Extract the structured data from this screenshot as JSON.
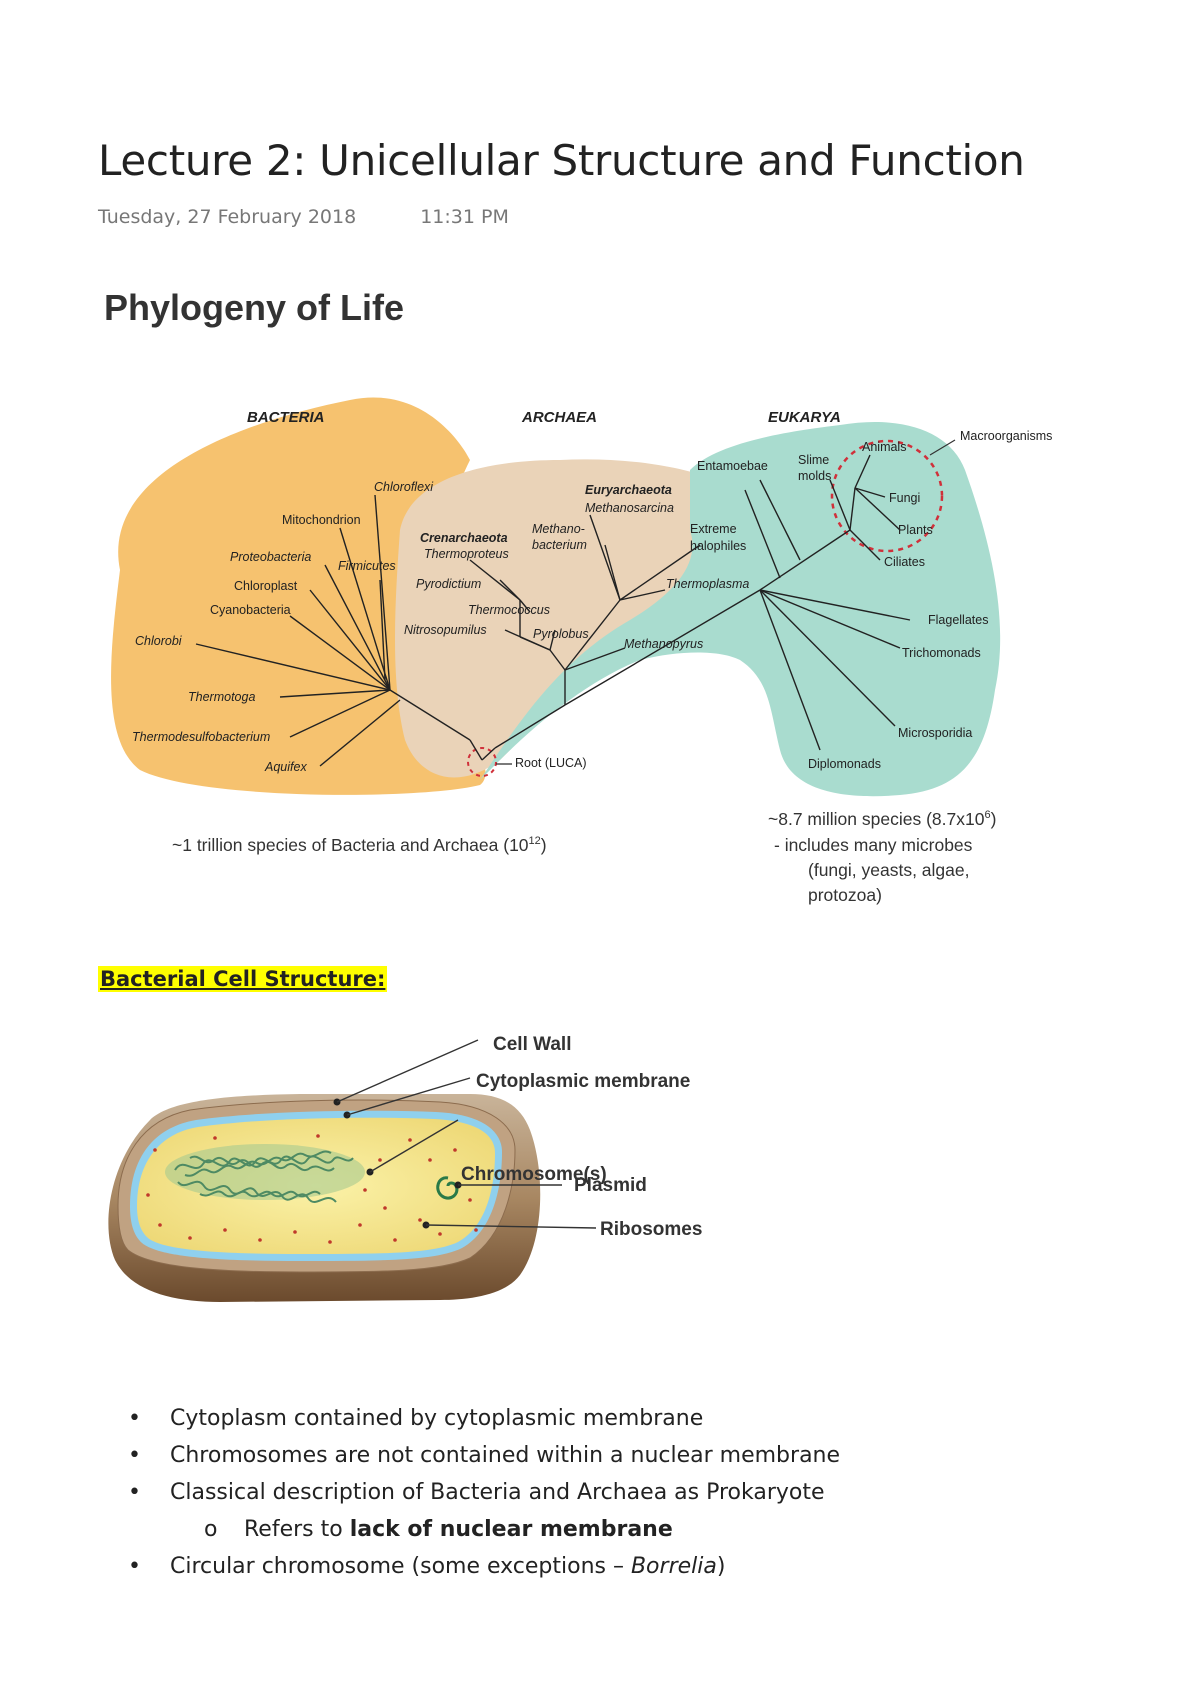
{
  "page": {
    "title": "Lecture 2: Unicellular Structure and Function",
    "date": "Tuesday, 27 February 2018",
    "time": "11:31 PM"
  },
  "phylogeny": {
    "heading": "Phylogeny of Life",
    "domains": [
      "BACTERIA",
      "ARCHAEA",
      "EUKARYA"
    ],
    "bacteria_labels": [
      "Chloroflexi",
      "Mitochondrion",
      "Proteobacteria",
      "Firmicutes",
      "Chloroplast",
      "Cyanobacteria",
      "Chlorobi",
      "Thermotoga",
      "Thermodesulfobacterium",
      "Aquifex"
    ],
    "archaea_labels": [
      "Euryarchaeota",
      "Methanosarcina",
      "Methano-",
      "bacterium",
      "Extreme",
      "halophiles",
      "Crenarchaeota",
      "Thermoproteus",
      "Pyrodictium",
      "Thermococcus",
      "Thermoplasma",
      "Nitrosopumilus",
      "Pyrolobus",
      "Methanopyrus"
    ],
    "eukarya_labels": [
      "Entamoebae",
      "Slime",
      "molds",
      "Animals",
      "Fungi",
      "Plants",
      "Ciliates",
      "Flagellates",
      "Trichomonads",
      "Microsporidia",
      "Diplomonads"
    ],
    "macroorganisms": "Macroorganisms",
    "root": "Root (LUCA)",
    "bacteria_archaea_count": "~1 trillion species of Bacteria and Archaea (10",
    "bacteria_archaea_exp": "12",
    "bacteria_archaea_close": ")",
    "eukarya_count": "~8.7 million species (8.7x10",
    "eukarya_exp": "6",
    "eukarya_close": ")",
    "eukarya_note1": "- includes many microbes",
    "eukarya_note2": "(fungi, yeasts, algae,",
    "eukarya_note3": "protozoa)"
  },
  "cell": {
    "heading": "Bacterial Cell Structure:",
    "labels": [
      "Cell Wall",
      "Cytoplasmic membrane",
      "Chromosome(s)",
      "Plasmid",
      "Ribosomes"
    ]
  },
  "notes": {
    "b1": "Cytoplasm contained by cytoplasmic membrane",
    "b2": "Chromosomes are not contained within a nuclear membrane",
    "b3": "Classical description of Bacteria and Archaea as Prokaryote",
    "b3a_pre": "Refers to ",
    "b3a_bold": "lack of nuclear membrane",
    "b4_pre": "Circular chromosome (some exceptions – ",
    "b4_ital": "Borrelia",
    "b4_post": ")"
  },
  "colors": {
    "bacteria_blob": "#f6c26f",
    "archaea_blob": "#ead3b8",
    "eukarya_blob": "#a9dccf",
    "highlight": "#ffff00",
    "circle_dash": "#d0303a"
  }
}
